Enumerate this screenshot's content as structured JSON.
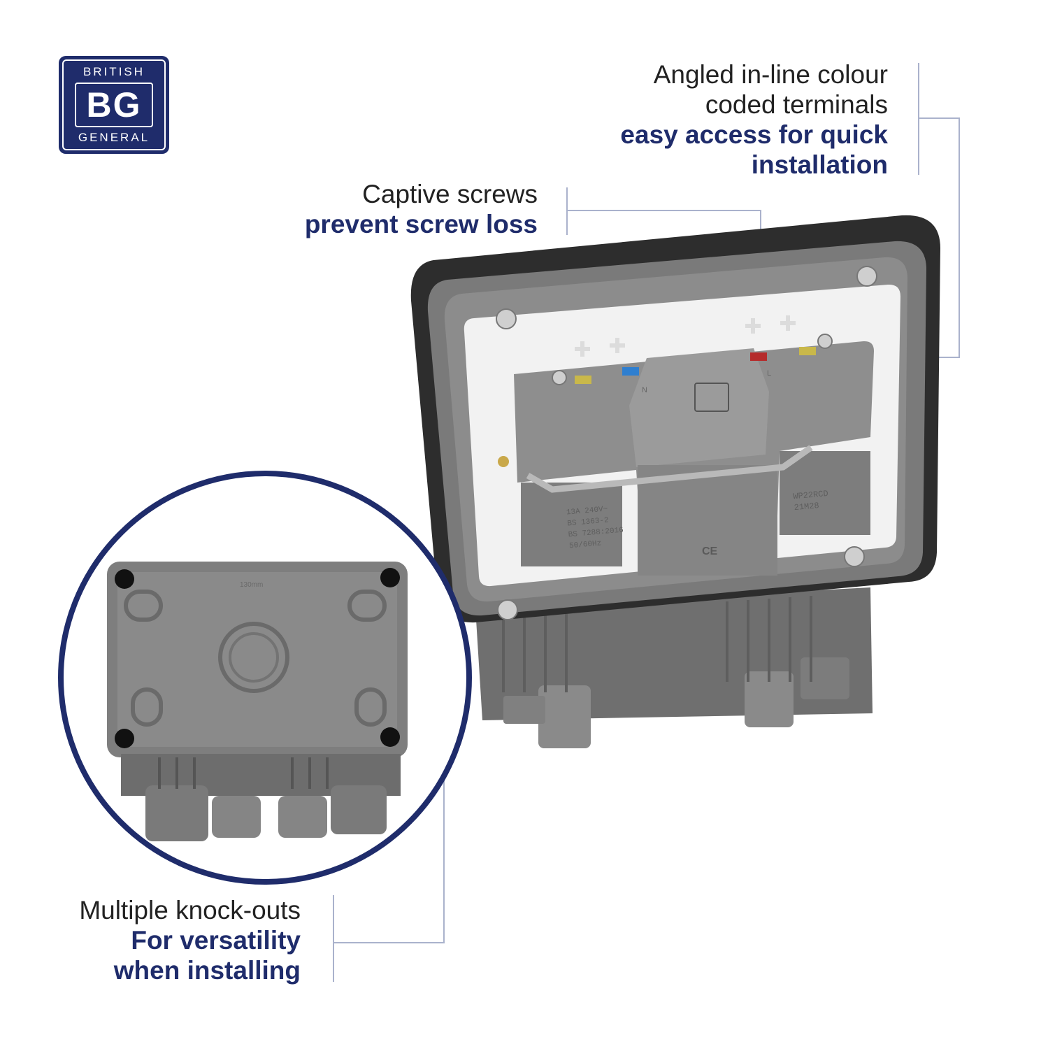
{
  "logo": {
    "top_text": "BRITISH",
    "mark_text": "BG",
    "bottom_text": "GENERAL",
    "color": "#1f2c6b"
  },
  "callouts": {
    "terminals": {
      "lines": [
        "Angled in-line colour",
        "coded terminals"
      ],
      "bold_lines": [
        "easy access for quick",
        "installation"
      ]
    },
    "screws": {
      "lines": [
        "Captive screws"
      ],
      "bold_lines": [
        "prevent screw loss"
      ]
    },
    "knockouts": {
      "lines": [
        "Multiple knock-outs"
      ],
      "bold_lines": [
        "For versatility",
        "when installing"
      ]
    }
  },
  "product": {
    "front_label": "13A 240V~",
    "standard_1": "BS 1363-2",
    "standard_2": "BS 7288:2016",
    "rating": "50/60Hz",
    "model": "WP22RCD",
    "code": "21M28",
    "ce_mark": "CE",
    "terminal_n": "N",
    "terminal_l": "L",
    "dimension_width": "130mm"
  },
  "colors": {
    "accent_navy": "#1f2c6b",
    "leader_line": "#aab2cc",
    "housing_grey": "#7d7d7d",
    "plate_white": "#f2f2f2"
  }
}
